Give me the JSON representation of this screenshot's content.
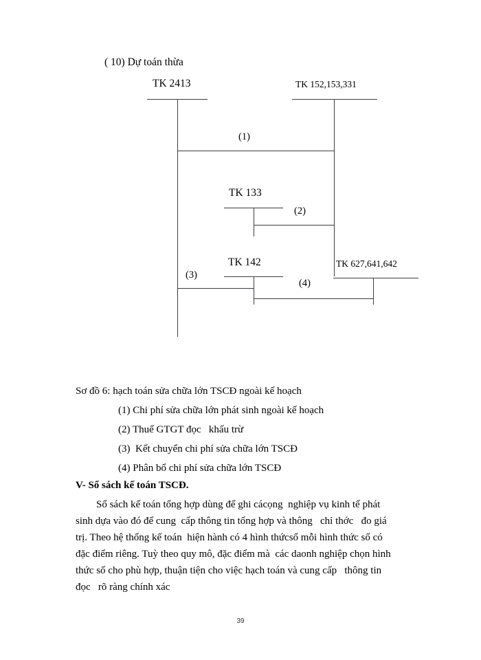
{
  "document": {
    "top_note": "( 10) Dự toán thừa",
    "page_number": "39"
  },
  "diagram": {
    "name": "sơ đồ 6 T-account diagram",
    "accounts": [
      {
        "id": "tk2413",
        "label": "TK 2413"
      },
      {
        "id": "tk152",
        "label": "TK 152,153,331"
      },
      {
        "id": "tk133",
        "label": "TK 133"
      },
      {
        "id": "tk142",
        "label": "TK 142"
      },
      {
        "id": "tk627",
        "label": "TK 627,641,642"
      }
    ],
    "flows": [
      {
        "id": "f1",
        "label": "(1)"
      },
      {
        "id": "f2",
        "label": "(2)"
      },
      {
        "id": "f3",
        "label": "(3)"
      },
      {
        "id": "f4",
        "label": "(4)"
      }
    ]
  },
  "caption": {
    "title": "Sơ đồ 6: hạch toán sửa chữa lớn TSCĐ ngoài kế hoạch",
    "items": [
      "(1) Chi phí sửa chữa lớn phát sinh ngoài kế hoạch",
      "(2) Thuế GTGT đọc   khấu trừ",
      "(3)  Kết chuyển chi phí sửa chữa lớn TSCĐ",
      "(4) Phân bổ chi phí sửa chữa lớn TSCĐ"
    ]
  },
  "section": {
    "heading": "V- Sổ sách kế toán TSCĐ.",
    "paragraph_lines": [
      "        Sổ sách kế toán tổng hợp dùng để ghi cácọng  nghiệp vụ kinh tế phát",
      "sinh dựa vào đó để cung  cấp thông tin tổng hợp và thông   chỉ thớc   đo giá",
      "trị. Theo hệ thống kế toán  hiện hành có 4 hình thứcsổ mỗi hình thức số có",
      "đặc điểm riêng. Tuỳ theo quy mô, đặc điểm mà  các daonh nghiệp chọn hình",
      "thức số cho phù hợp, thuận tiện cho việc hạch toán và cung cấp   thông tin",
      "đọc   rõ ràng chính xác"
    ]
  },
  "colors": {
    "ink": "#000000",
    "rule": "#3b3b46",
    "paper": "#ffffff"
  }
}
